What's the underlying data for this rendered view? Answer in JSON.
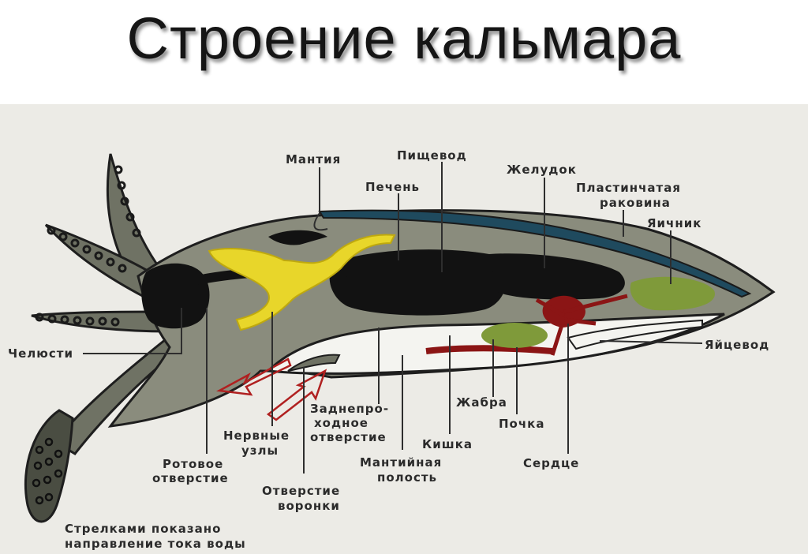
{
  "title": "Строение кальмара",
  "labels": {
    "mantle": "Мантия",
    "esophagus": "Пищевод",
    "liver": "Печень",
    "stomach": "Желудок",
    "shell_line1": "Пластинчатая",
    "shell_line2": "раковина",
    "ovary": "Яичник",
    "oviduct": "Яйцевод",
    "jaws": "Челюсти",
    "anus_line1": "Заднепро-",
    "anus_line2": "ходное",
    "anus_line3": "отверстие",
    "gill": "Жабра",
    "kidney": "Почка",
    "intestine": "Кишка",
    "nerve_line1": "Нервные",
    "nerve_line2": "узлы",
    "mouth_line1": "Ротовое",
    "mouth_line2": "отверстие",
    "mantle_cavity_line1": "Мантийная",
    "mantle_cavity_line2": "полость",
    "heart": "Сердце",
    "funnel_line1": "Отверстие",
    "funnel_line2": "воронки",
    "caption_line1": "Стрелками показано",
    "caption_line2": "направление тока воды"
  },
  "colors": {
    "body": "#8a8c7d",
    "organs": "#121212",
    "nerves": "#e8d62a",
    "gill": "#7f9a3a",
    "ovary": "#7f9a3a",
    "heart": "#8b1515",
    "shell": "#1f4a5e",
    "arrows": "#b02020",
    "background": "#ecebe6"
  }
}
